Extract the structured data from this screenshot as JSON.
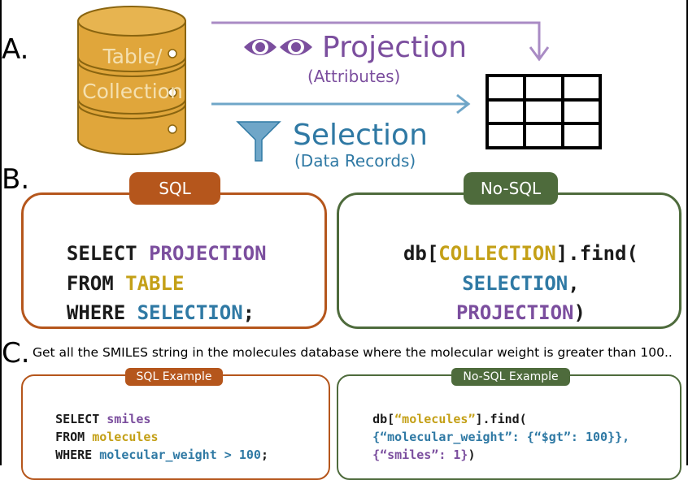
{
  "section_a": {
    "label": "A.",
    "db_text_line1": "Table/",
    "db_text_line2": "Collection",
    "projection_title": "Projection",
    "projection_sub": "(Attributes)",
    "selection_title": "Selection",
    "selection_sub": "(Data Records)"
  },
  "section_b": {
    "label": "B.",
    "sql_tag": "SQL",
    "sql_kw1": "SELECT",
    "sql_v1": "PROJECTION",
    "sql_kw2": "FROM",
    "sql_v2": "TABLE",
    "sql_kw3": "WHERE",
    "sql_v3": "SELECTION",
    "sql_end": ";",
    "nosql_tag": "No-SQL",
    "nosql_pre": "db[",
    "nosql_coll": "COLLECTION",
    "nosql_post": "].find(",
    "nosql_sel": "SELECTION",
    "nosql_comma": ",",
    "nosql_proj": "PROJECTION",
    "nosql_close": ")"
  },
  "section_c": {
    "label": "C.",
    "question": "Get all the SMILES string in the molecules database where the molecular weight is greater than 100..",
    "sql_tag": "SQL Example",
    "sql_kw1": "SELECT",
    "sql_v1": "smiles",
    "sql_kw2": "FROM",
    "sql_v2": "molecules",
    "sql_kw3": "WHERE",
    "sql_v3": "molecular_weight > 100",
    "sql_end": ";",
    "nosql_tag": "No-SQL Example",
    "nosql_pre": "db[",
    "nosql_coll": "“molecules”",
    "nosql_post": "].find(",
    "nosql_line2": "{“molecular_weight”: {“$gt”: 100}},",
    "nosql_line3a": "{“smiles”: 1}",
    "nosql_line3b": ")"
  },
  "colors": {
    "purple": "#7b4e9e",
    "gold": "#c4a017",
    "blue": "#2f79a4",
    "sql_orange": "#b5561c",
    "nosql_green": "#4e6b3c"
  }
}
